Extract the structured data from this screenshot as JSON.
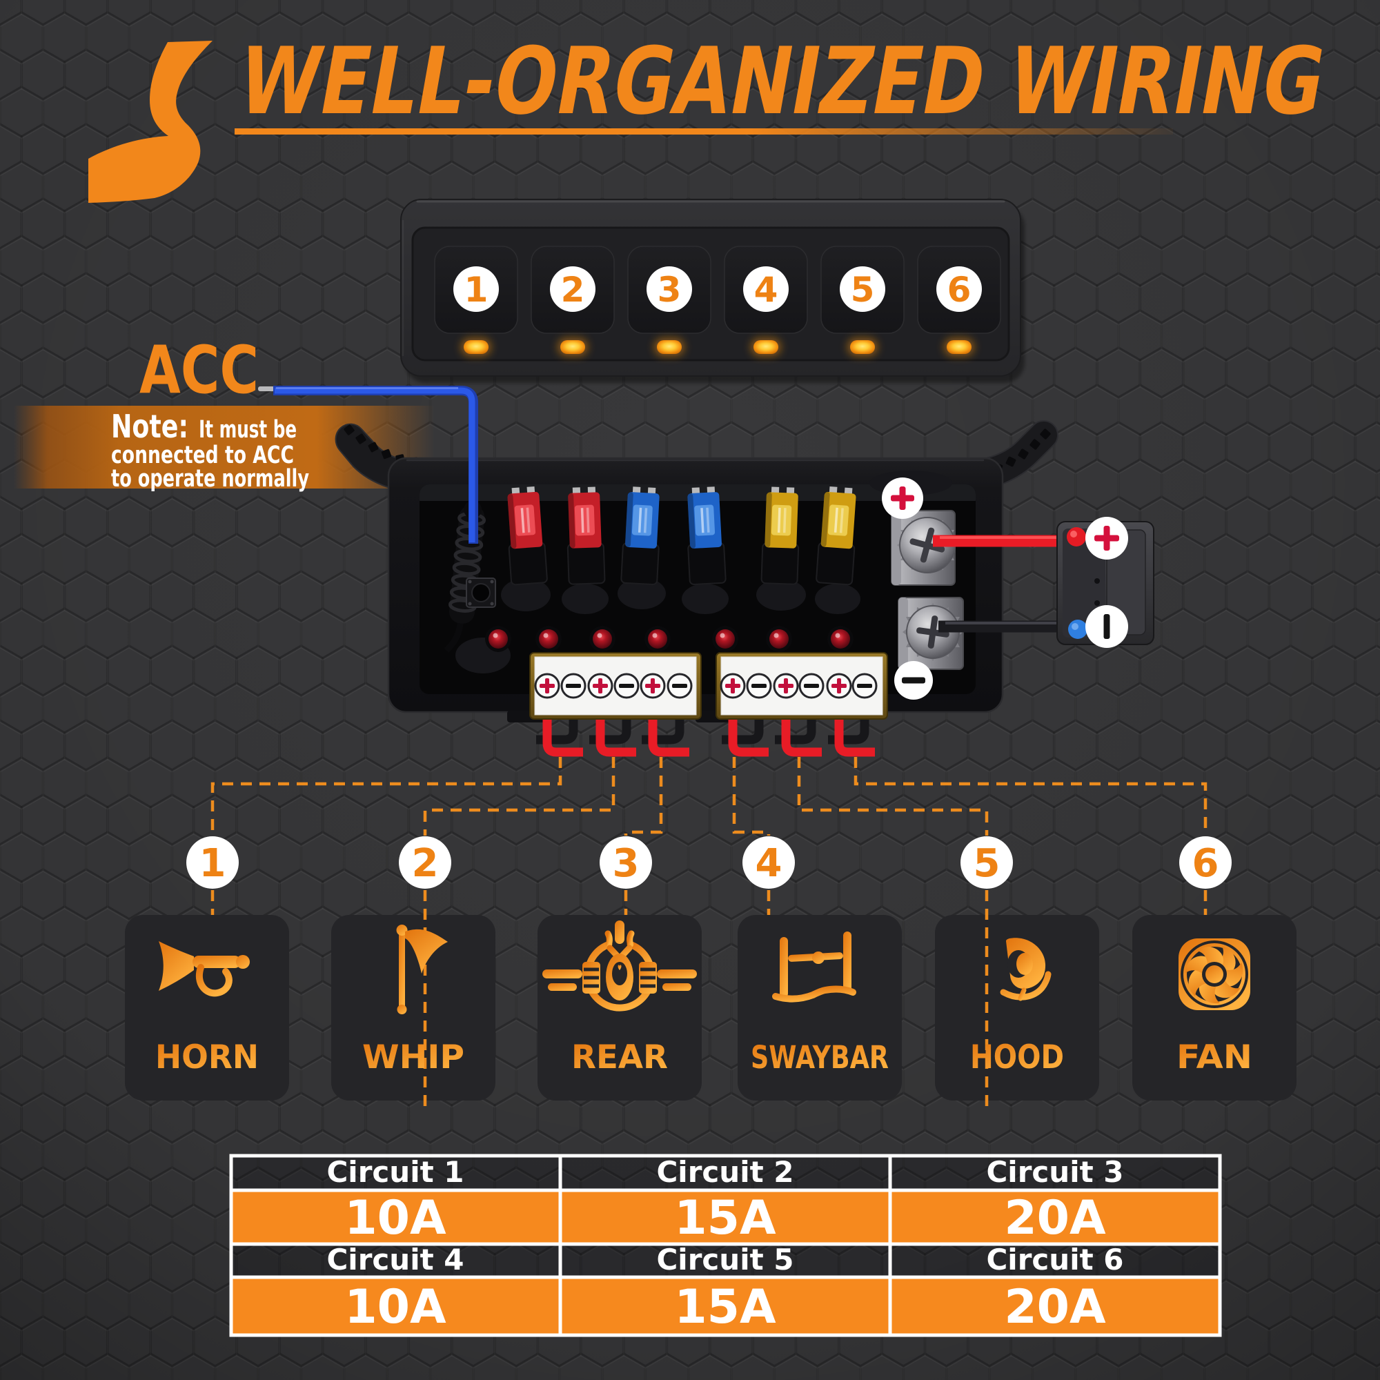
{
  "header": {
    "title": "WELL-ORGANIZED WIRING",
    "logo_icon": "s-curve-road-logo"
  },
  "switch_panel": {
    "switches": [
      "1",
      "2",
      "3",
      "4",
      "5",
      "6"
    ],
    "led_icon": "led-indicator-icon"
  },
  "acc": {
    "label": "ACC"
  },
  "note": {
    "prefix": "Note:",
    "line1": "It must be",
    "line2": "connected to ACC",
    "line3": "to operate normally"
  },
  "control_box": {
    "fuse_colors": [
      "#c41f28",
      "#c41f28",
      "#1e63c8",
      "#1e63c8",
      "#cf9d12",
      "#cf9d12"
    ],
    "terminal_icons": [
      "plus-screw-icon",
      "minus-screw-icon"
    ],
    "battery_positive_icon": "plus-terminal-icon",
    "battery_negative_icon": "minus-terminal-icon"
  },
  "circuits": [
    {
      "number": "1",
      "label": "HORN",
      "icon": "horn-icon"
    },
    {
      "number": "2",
      "label": "WHIP",
      "icon": "whip-flag-icon"
    },
    {
      "number": "3",
      "label": "REAR",
      "icon": "rear-differential-icon"
    },
    {
      "number": "4",
      "label": "SWAYBAR",
      "icon": "swaybar-icon"
    },
    {
      "number": "5",
      "label": "HOOD",
      "icon": "hood-light-icon"
    },
    {
      "number": "6",
      "label": "FAN",
      "icon": "fan-icon"
    }
  ],
  "table": {
    "rows": [
      {
        "headers": [
          "Circuit 1",
          "Circuit 2",
          "Circuit 3"
        ],
        "values": [
          "10A",
          "15A",
          "20A"
        ]
      },
      {
        "headers": [
          "Circuit 4",
          "Circuit 5",
          "Circuit 6"
        ],
        "values": [
          "10A",
          "15A",
          "20A"
        ]
      }
    ]
  },
  "colors": {
    "background": "#3a3a3c",
    "accent_orange": "#F2871B",
    "table_orange": "#F6891E",
    "wire_red": "#e81c26",
    "wire_black": "#17171a",
    "wire_blue": "#2b59e8",
    "dash_orange": "#ED8C1E"
  }
}
